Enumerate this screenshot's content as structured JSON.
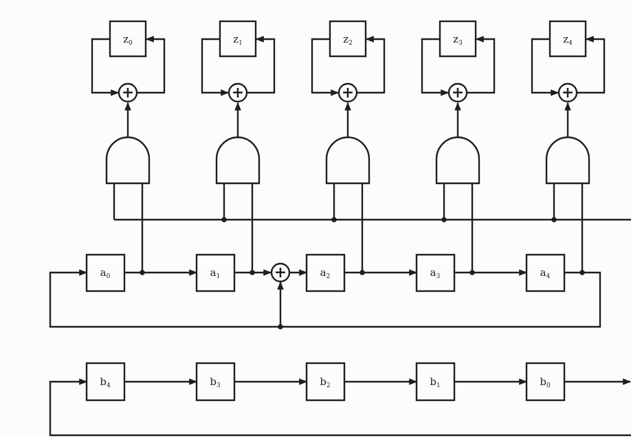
{
  "diagram": {
    "z_registers": [
      {
        "base": "z",
        "sub": "0"
      },
      {
        "base": "z",
        "sub": "1"
      },
      {
        "base": "z",
        "sub": "2"
      },
      {
        "base": "z",
        "sub": "3"
      },
      {
        "base": "z",
        "sub": "4"
      }
    ],
    "a_registers": [
      {
        "base": "a",
        "sub": "0"
      },
      {
        "base": "a",
        "sub": "1"
      },
      {
        "base": "a",
        "sub": "2"
      },
      {
        "base": "a",
        "sub": "3"
      },
      {
        "base": "a",
        "sub": "4"
      }
    ],
    "b_registers": [
      {
        "base": "b",
        "sub": "4"
      },
      {
        "base": "b",
        "sub": "3"
      },
      {
        "base": "b",
        "sub": "2"
      },
      {
        "base": "b",
        "sub": "1"
      },
      {
        "base": "b",
        "sub": "0"
      }
    ],
    "xor_symbol": "+",
    "a_feedback_xor_before": 2,
    "line_color": "#1e1e1e"
  }
}
